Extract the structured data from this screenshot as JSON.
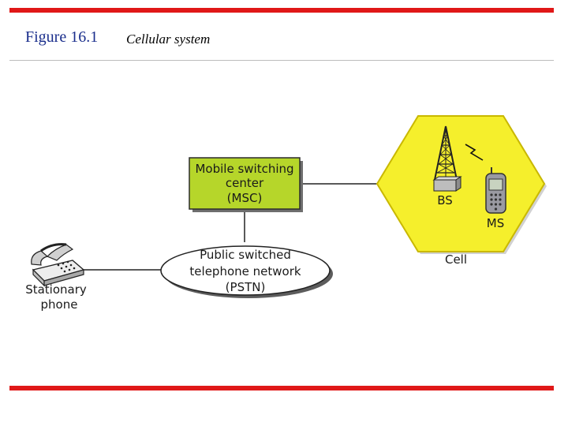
{
  "figure": {
    "number": "Figure 16.1",
    "title": "Cellular system"
  },
  "colors": {
    "rule": "#e01818",
    "figure_number": "#1a2e8c",
    "msc_fill": "#b6d62a",
    "cell_fill": "#f5ef2c",
    "cell_stroke": "#c9b800"
  },
  "diagram": {
    "msc": {
      "line1": "Mobile switching",
      "line2": "center",
      "line3": "(MSC)"
    },
    "pstn": {
      "line1": "Public switched",
      "line2": "telephone network",
      "line3": "(PSTN)"
    },
    "phone": {
      "line1": "Stationary",
      "line2": "phone"
    },
    "bs_label": "BS",
    "ms_label": "MS",
    "cell_label": "Cell"
  }
}
